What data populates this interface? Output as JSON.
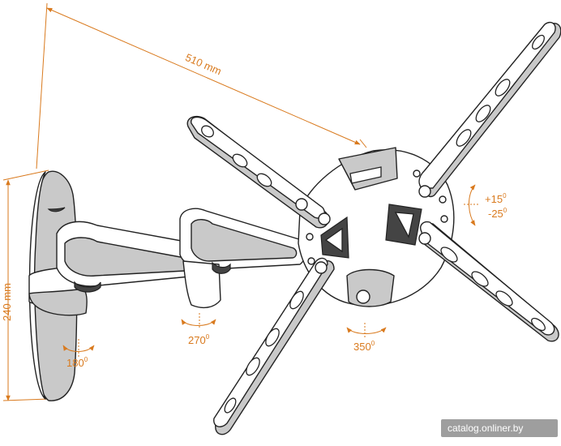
{
  "dimensions": {
    "width_label": "510 mm",
    "height_label": "240 mm"
  },
  "rotations": {
    "base": {
      "value": "180",
      "unit": "0"
    },
    "arm": {
      "value": "270",
      "unit": "0"
    },
    "plate": {
      "value": "350",
      "unit": "0"
    },
    "tilt_up": {
      "value": "+15",
      "unit": "0"
    },
    "tilt_down": {
      "value": "-25",
      "unit": "0"
    }
  },
  "watermark": "catalog.onliner.by",
  "colors": {
    "accent": "#d97a1e",
    "line": "#222222",
    "shade": "#c9c9c9"
  }
}
